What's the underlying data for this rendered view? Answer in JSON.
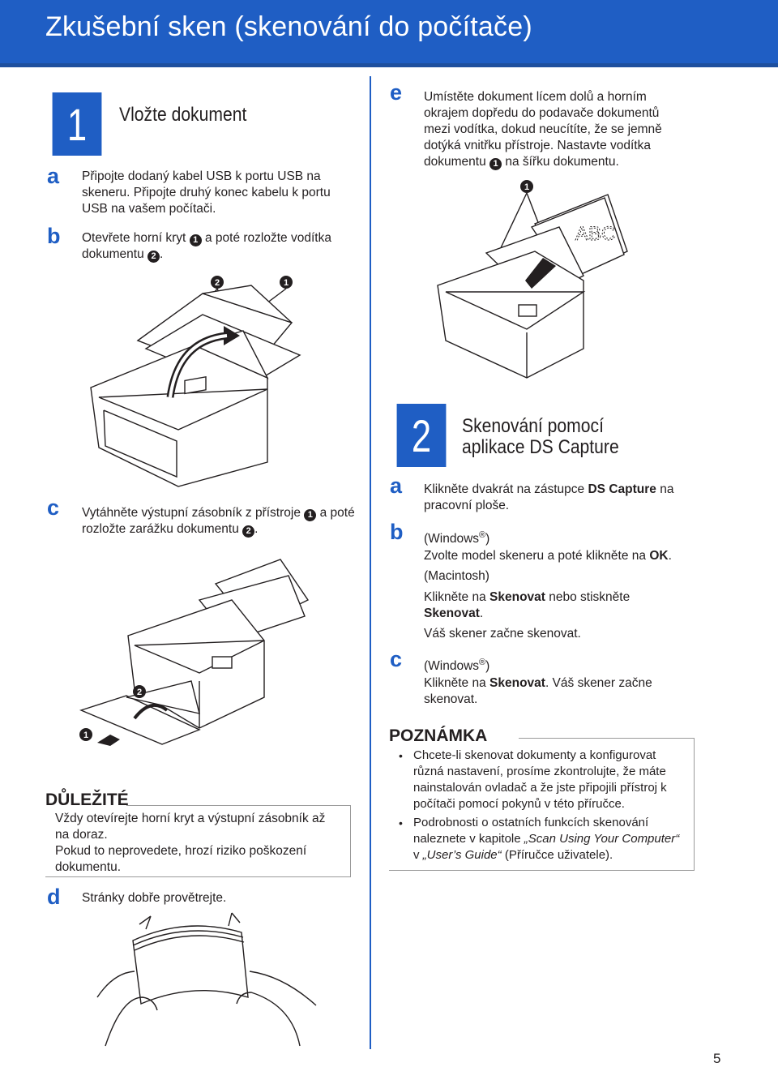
{
  "header": {
    "title": "Zkušební sken (skenování do počítače)"
  },
  "step1": {
    "number": "1",
    "title": "Vložte dokument",
    "a": {
      "letter": "a",
      "text": "Připojte dodaný kabel USB k portu USB na skeneru. Připojte druhý konec kabelu k portu USB na vašem počítači."
    },
    "b": {
      "letter": "b",
      "text1": "Otevřete horní kryt",
      "callout1": "1",
      "text2": "a poté rozložte vodítka dokumentu",
      "callout2": "2",
      "text3": "."
    },
    "c": {
      "letter": "c",
      "text1": "Vytáhněte výstupní zásobník z přístroje",
      "callout1": "1",
      "text2": "a poté rozložte zarážku dokumentu",
      "callout2": "2",
      "text3": "."
    },
    "important": {
      "title": "DŮLEŽITÉ",
      "line1": "Vždy otevírejte horní kryt a výstupní zásobník až na doraz.",
      "line2": "Pokud to neprovedete, hrozí riziko poškození dokumentu."
    },
    "d": {
      "letter": "d",
      "text": "Stránky dobře provětrejte."
    },
    "e": {
      "letter": "e",
      "text1": "Umístěte dokument lícem dolů a horním okrajem dopředu do podavače dokumentů mezi vodítka, dokud neucítíte, že se jemně dotýká vnitřku přístroje. Nastavte vodítka dokumentu",
      "callout1": "1",
      "text2": "na šířku dokumentu."
    },
    "figure_callouts": {
      "one": "1",
      "two": "2"
    }
  },
  "step2": {
    "number": "2",
    "title_line1": "Skenování pomocí",
    "title_line2": "aplikace DS Capture",
    "a": {
      "letter": "a",
      "text1": "Klikněte dvakrát na zástupce",
      "bold1": "DS Capture",
      "text2": "na pracovní ploše."
    },
    "b": {
      "letter": "b",
      "windows": "(Windows",
      "reg": "®",
      "close": ")",
      "win_text1": "Zvolte model skeneru a poté klikněte na",
      "win_bold": "OK",
      "win_text2": ".",
      "mac": "(Macintosh)",
      "mac_text1": "Klikněte na",
      "mac_bold1": "Skenovat",
      "mac_text2": "nebo stiskněte",
      "mac_bold2": "Skenovat",
      "mac_text3": ".",
      "result": "Váš skener začne skenovat."
    },
    "c": {
      "letter": "c",
      "windows": "(Windows",
      "reg": "®",
      "close": ")",
      "text1": "Klikněte na",
      "bold": "Skenovat",
      "text2": ". Váš skener začne skenovat."
    }
  },
  "note": {
    "title": "POZNÁMKA",
    "bullet1": "Chcete-li skenovat dokumenty a konfigurovat různá nastavení, prosíme zkontrolujte, že máte nainstalován ovladač a že jste připojili přístroj k počítači pomocí pokynů v této příručce.",
    "bullet2_text1": "Podrobnosti o ostatních funkcích skenování naleznete v kapitole",
    "bullet2_italic1": "„Scan Using Your Computer“",
    "bullet2_text2": "v",
    "bullet2_italic2": "„User’s Guide“",
    "bullet2_text3": "(Příručce uživatele)."
  },
  "page_number": "5"
}
